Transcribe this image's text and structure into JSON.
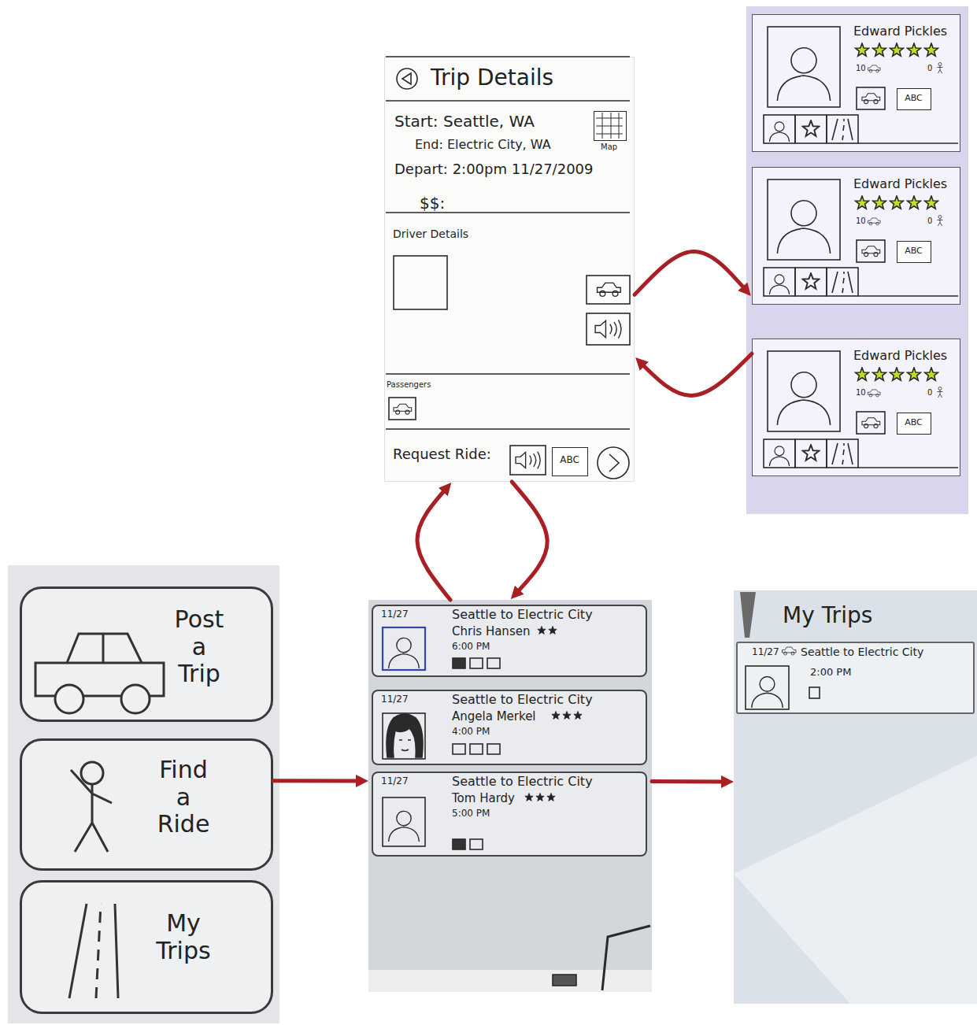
{
  "diagram": {
    "nodes": [
      {
        "text": [
          "Trip Details",
          "Start: Seattle, WA",
          "End: Electric City, WA",
          "Depart: 2:00pm 11/27/2009",
          "$$:",
          "Driver Details",
          "Passengers",
          "Request Ride:"
        ]
      },
      {
        "text": [
          "Map"
        ],
        "in": 0
      },
      {
        "text": [
          "ABC"
        ],
        "in": 0
      },
      {
        "text": [
          "Edward Pickles",
          "10",
          "0"
        ]
      },
      {
        "text": [
          "ABC"
        ],
        "in": 3
      },
      {
        "text": [
          "Edward Pickles",
          "10",
          "0"
        ]
      },
      {
        "text": [
          "ABC"
        ],
        "in": 5
      },
      {
        "text": [
          "Edward Pickles",
          "10",
          "0"
        ]
      },
      {
        "text": [
          "ABC"
        ],
        "in": 7
      },
      {
        "text": []
      },
      {
        "text": [
          "Post a Trip"
        ],
        "in": 9
      },
      {
        "text": [
          "Find a Ride"
        ],
        "in": 9
      },
      {
        "text": [
          "My Trips"
        ],
        "in": 9
      },
      {
        "text": []
      },
      {
        "text": [
          "11/27",
          "Seattle to Electric City",
          "Chris Hansen",
          "6:00 PM"
        ],
        "in": 13
      },
      {
        "text": [
          "11/27",
          "Seattle to Electric City",
          "Angela Merkel",
          "4:00 PM"
        ],
        "in": 13
      },
      {
        "text": [
          "11/27",
          "Seattle to Electric City",
          "Tom Hardy",
          "5:00 PM"
        ],
        "in": 13
      },
      {
        "text": [
          "My Trips"
        ]
      },
      {
        "text": [
          "11/27",
          "Seattle to Electric City",
          "2:00 PM"
        ],
        "in": 17
      }
    ],
    "edges": [
      {
        "from": 11,
        "to": 13,
        "arrow": "to"
      },
      {
        "from": 13,
        "to": 17,
        "arrow": "to"
      },
      {
        "from": 13,
        "to": 0,
        "arrow": "to"
      },
      {
        "from": 0,
        "to": 13,
        "arrow": "to"
      },
      {
        "from": 0,
        "to": 5,
        "arrow": "to"
      },
      {
        "from": 7,
        "to": 0,
        "arrow": "to"
      }
    ]
  }
}
